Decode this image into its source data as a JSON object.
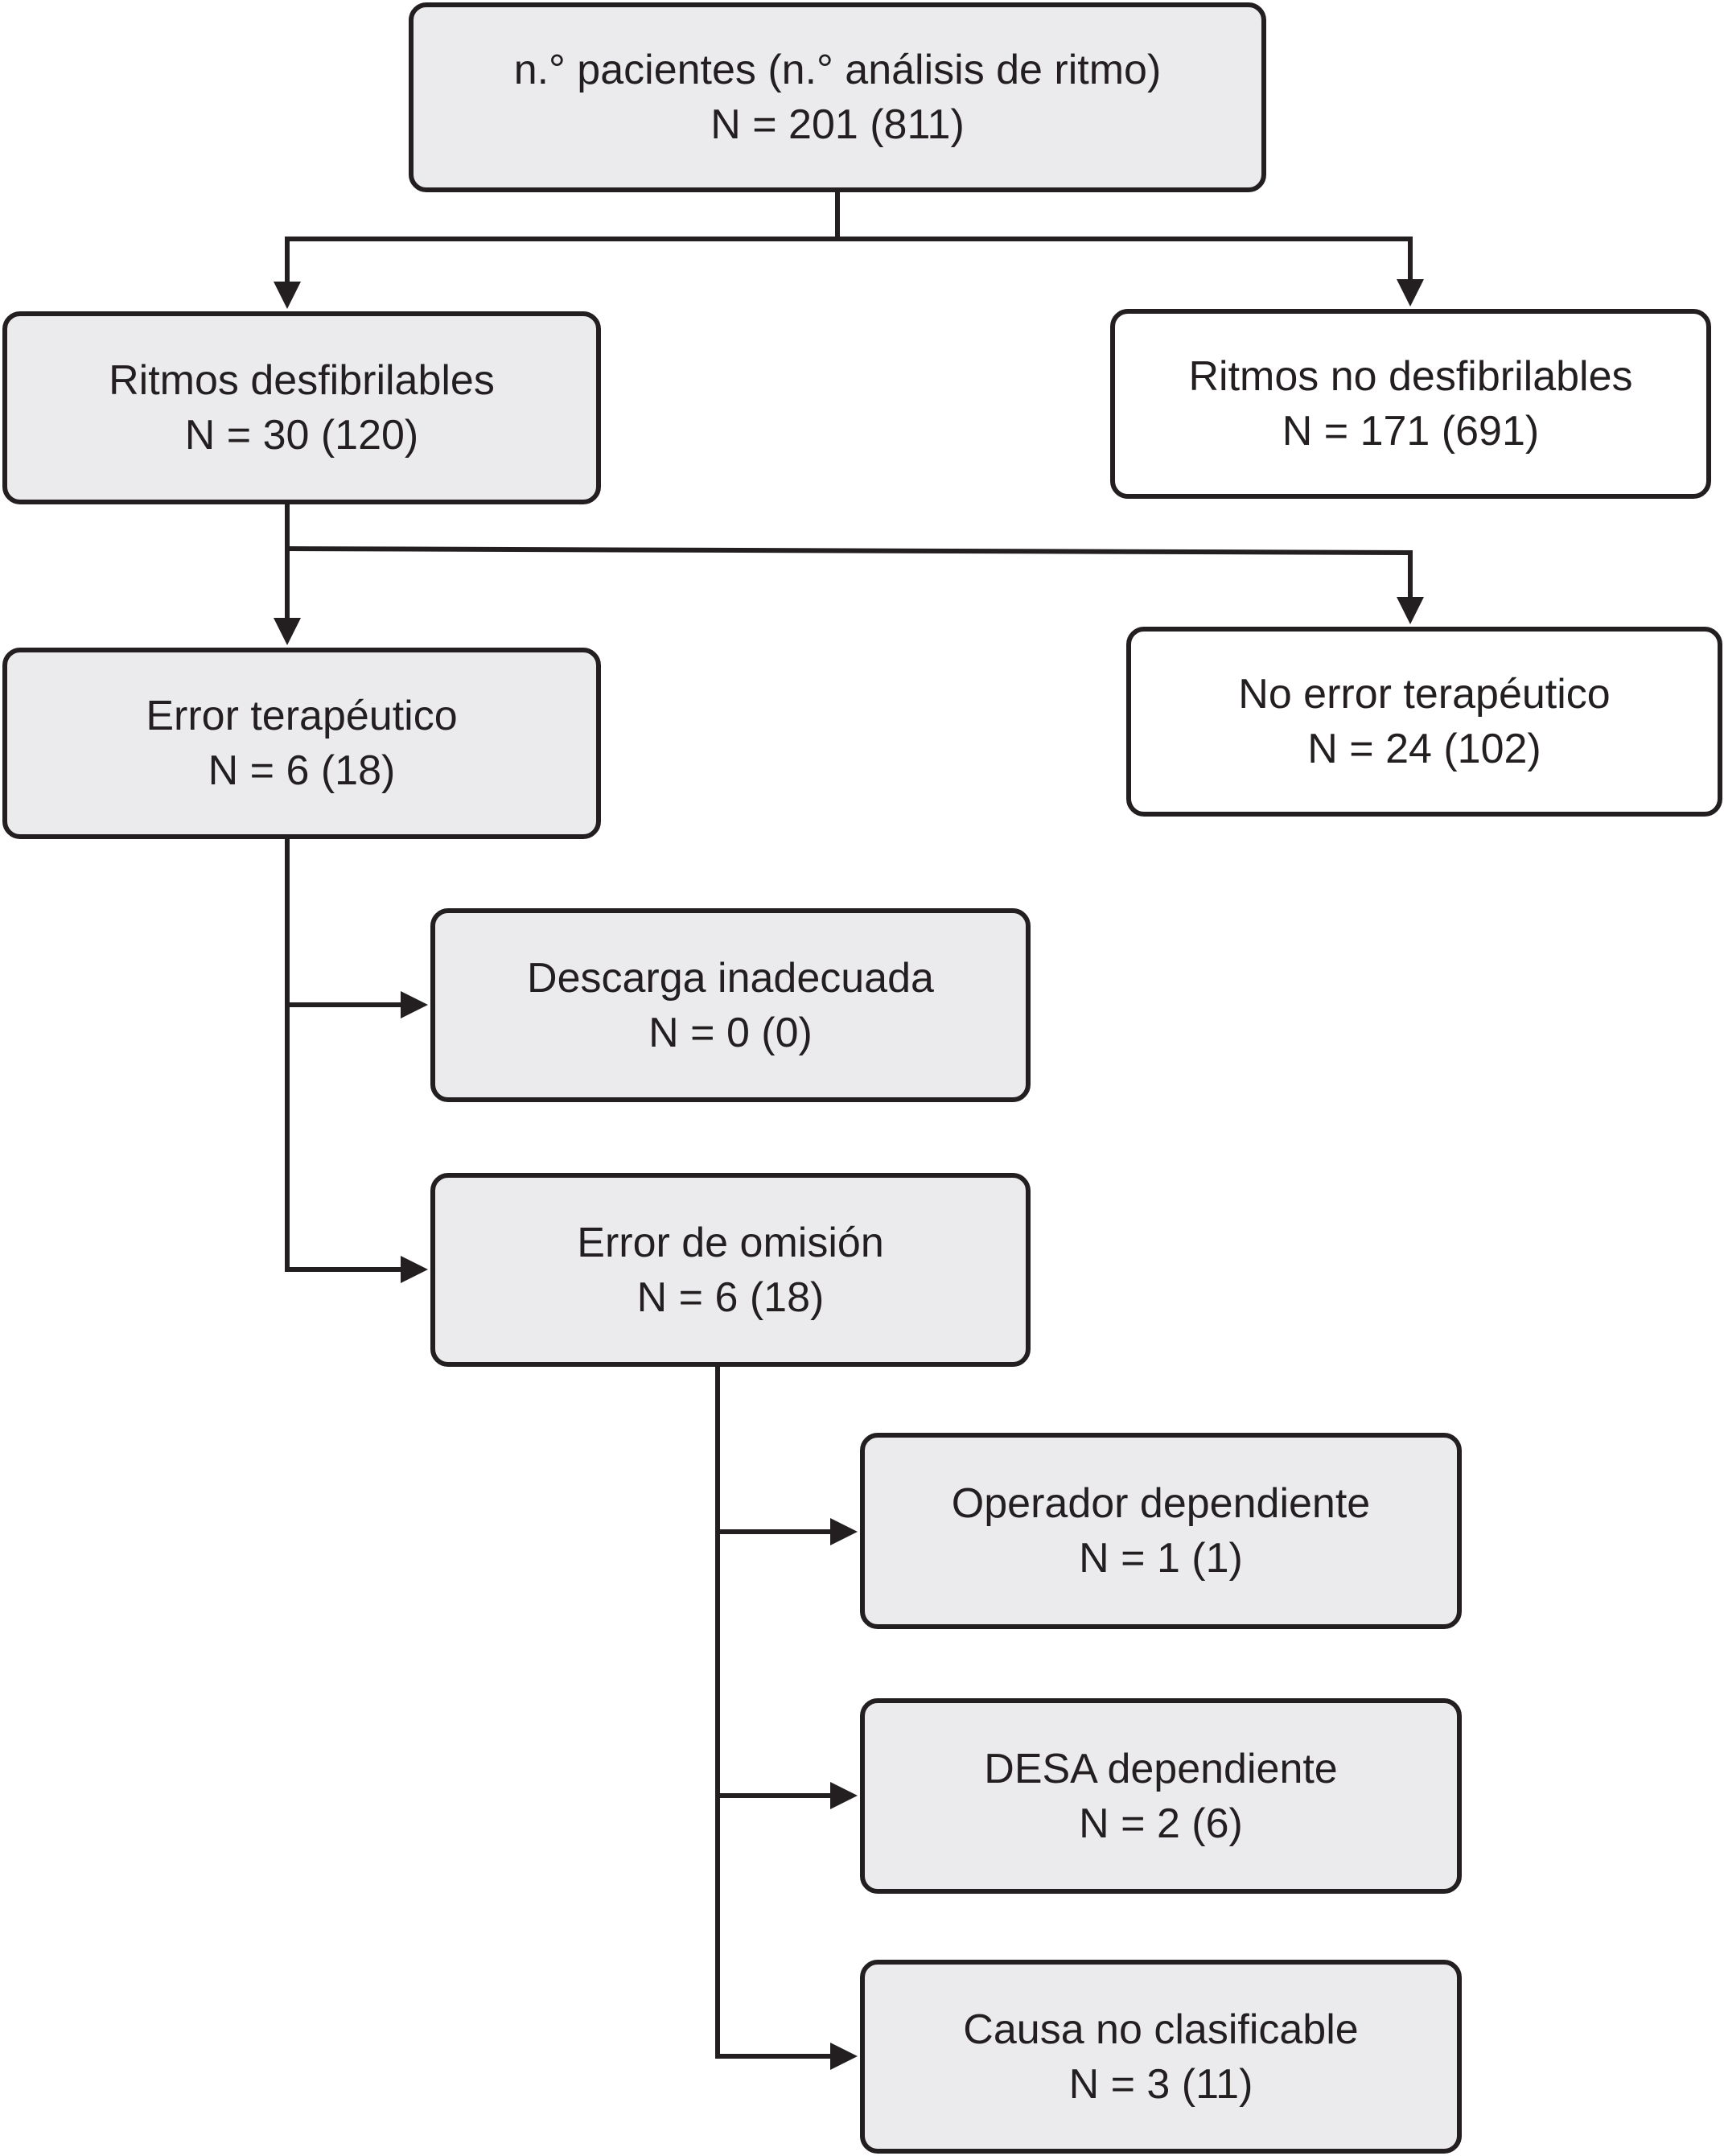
{
  "diagram": {
    "type": "flowchart",
    "nodes": {
      "root": {
        "line1": "n.° pacientes (n.° análisis de ritmo)",
        "line2": "N = 201 (811)"
      },
      "shockable": {
        "line1": "Ritmos desfibrilables",
        "line2": "N = 30 (120)"
      },
      "non_shockable": {
        "line1": "Ritmos no desfibrilables",
        "line2": "N = 171 (691)"
      },
      "therapeutic_error": {
        "line1": "Error terapéutico",
        "line2": "N = 6 (18)"
      },
      "no_therapeutic_error": {
        "line1": "No error terapéutico",
        "line2": "N = 24 (102)"
      },
      "inappropriate_shock": {
        "line1": "Descarga inadecuada",
        "line2": "N = 0 (0)"
      },
      "omission_error": {
        "line1": "Error de omisión",
        "line2": "N = 6 (18)"
      },
      "operator_dependent": {
        "line1": "Operador dependiente",
        "line2": "N = 1 (1)"
      },
      "aed_dependent": {
        "line1": "DESA dependiente",
        "line2": "N = 2 (6)"
      },
      "unclassifiable": {
        "line1": "Causa no clasificable",
        "line2": "N = 3 (11)"
      }
    },
    "edges": [
      {
        "from": "root",
        "to": "shockable"
      },
      {
        "from": "root",
        "to": "non_shockable"
      },
      {
        "from": "shockable",
        "to": "therapeutic_error"
      },
      {
        "from": "shockable",
        "to": "no_therapeutic_error"
      },
      {
        "from": "therapeutic_error",
        "to": "inappropriate_shock"
      },
      {
        "from": "therapeutic_error",
        "to": "omission_error"
      },
      {
        "from": "omission_error",
        "to": "operator_dependent"
      },
      {
        "from": "omission_error",
        "to": "aed_dependent"
      },
      {
        "from": "omission_error",
        "to": "unclassifiable"
      }
    ],
    "colors": {
      "stroke": "#231f20",
      "shaded_fill": "#ebebed",
      "plain_fill": "#ffffff"
    }
  }
}
